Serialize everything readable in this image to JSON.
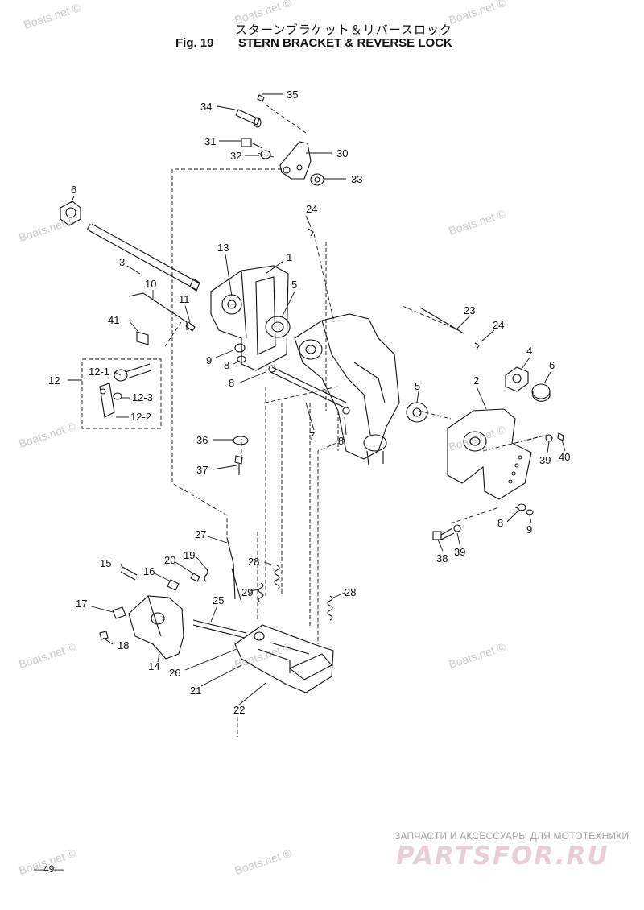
{
  "header": {
    "title_jp": "スターンブラケット＆リバースロック",
    "fig_label": "Fig. 19",
    "title": "STERN BRACKET & REVERSE LOCK"
  },
  "watermark": "Boats.net ©",
  "page_number": "—49—",
  "footer": {
    "tagline": "ЗАПЧАСТИ И АКСЕССУАРЫ ДЛЯ МОТОТЕХНИКИ",
    "logo": "PARTSFOR.RU"
  },
  "callouts": [
    {
      "id": "c35",
      "text": "35"
    },
    {
      "id": "c34",
      "text": "34"
    },
    {
      "id": "c31",
      "text": "31"
    },
    {
      "id": "c32",
      "text": "32"
    },
    {
      "id": "c30",
      "text": "30"
    },
    {
      "id": "c33",
      "text": "33"
    },
    {
      "id": "c6a",
      "text": "6"
    },
    {
      "id": "c24a",
      "text": "24"
    },
    {
      "id": "c13",
      "text": "13"
    },
    {
      "id": "c1",
      "text": "1"
    },
    {
      "id": "c3",
      "text": "3"
    },
    {
      "id": "c5a",
      "text": "5"
    },
    {
      "id": "c10",
      "text": "10"
    },
    {
      "id": "c11",
      "text": "11"
    },
    {
      "id": "c41",
      "text": "41"
    },
    {
      "id": "c23",
      "text": "23"
    },
    {
      "id": "c24b",
      "text": "24"
    },
    {
      "id": "c4",
      "text": "4"
    },
    {
      "id": "c6b",
      "text": "6"
    },
    {
      "id": "c9a",
      "text": "9"
    },
    {
      "id": "c8a",
      "text": "8"
    },
    {
      "id": "c8b",
      "text": "8"
    },
    {
      "id": "c12",
      "text": "12"
    },
    {
      "id": "c121",
      "text": "12-1"
    },
    {
      "id": "c123",
      "text": "12-3"
    },
    {
      "id": "c122",
      "text": "12-2"
    },
    {
      "id": "c2",
      "text": "2"
    },
    {
      "id": "c5b",
      "text": "5"
    },
    {
      "id": "c7",
      "text": "7"
    },
    {
      "id": "c8c",
      "text": "8"
    },
    {
      "id": "c36",
      "text": "36"
    },
    {
      "id": "c37",
      "text": "37"
    },
    {
      "id": "c39a",
      "text": "39"
    },
    {
      "id": "c40",
      "text": "40"
    },
    {
      "id": "c8d",
      "text": "8"
    },
    {
      "id": "c9b",
      "text": "9"
    },
    {
      "id": "c38",
      "text": "38"
    },
    {
      "id": "c39b",
      "text": "39"
    },
    {
      "id": "c27",
      "text": "27"
    },
    {
      "id": "c28a",
      "text": "28"
    },
    {
      "id": "c15",
      "text": "15"
    },
    {
      "id": "c20",
      "text": "20"
    },
    {
      "id": "c19",
      "text": "19"
    },
    {
      "id": "c16",
      "text": "16"
    },
    {
      "id": "c29",
      "text": "29"
    },
    {
      "id": "c28b",
      "text": "28"
    },
    {
      "id": "c17",
      "text": "17"
    },
    {
      "id": "c25",
      "text": "25"
    },
    {
      "id": "c18",
      "text": "18"
    },
    {
      "id": "c14",
      "text": "14"
    },
    {
      "id": "c26",
      "text": "26"
    },
    {
      "id": "c21",
      "text": "21"
    },
    {
      "id": "c22",
      "text": "22"
    }
  ]
}
